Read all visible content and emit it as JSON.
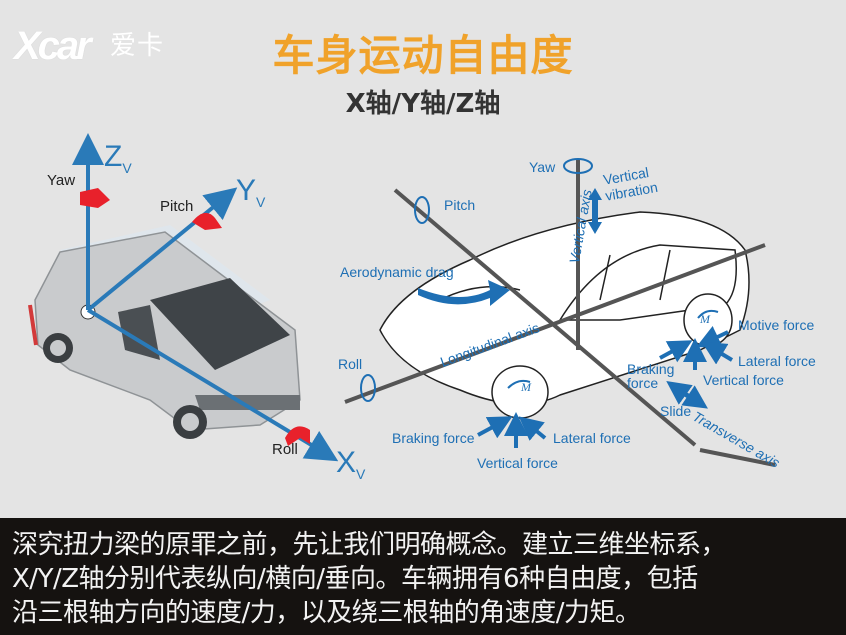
{
  "logo": {
    "mark": "Xcar",
    "cn": "爱卡"
  },
  "header": {
    "title": "车身运动自由度",
    "subtitle": "X轴/Y轴/Z轴"
  },
  "colors": {
    "title_orange": "#f0a22a",
    "axis_blue": "#2a7ab8",
    "diagram_blue": "#1e6fb4",
    "rotation_red": "#e8212b",
    "caption_bg": "#151210",
    "background": "#e4e4e4"
  },
  "left_diagram": {
    "axes": [
      {
        "name": "Z",
        "sub": "V"
      },
      {
        "name": "Y",
        "sub": "V"
      },
      {
        "name": "X",
        "sub": "V"
      }
    ],
    "rotations": {
      "yaw": "Yaw",
      "pitch": "Pitch",
      "roll": "Roll"
    }
  },
  "right_diagram": {
    "labels": {
      "yaw": "Yaw",
      "vertical_vibration_1": "Vertical",
      "vertical_vibration_2": "vibration",
      "vertical_axis": "Vertical axis",
      "pitch": "Pitch",
      "aerodynamic_drag": "Aerodynamic drag",
      "longitudinal_axis": "Longitudinal axis",
      "roll": "Roll",
      "motive_force": "Motive force",
      "lateral_force_rear": "Lateral force",
      "braking_force_rear_1": "Braking",
      "braking_force_rear_2": "force",
      "vertical_force_rear": "Vertical force",
      "slide": "Slide",
      "transverse_axis": "Transverse axis",
      "braking_force_front": "Braking force",
      "lateral_force_front": "Lateral force",
      "vertical_force_front": "Vertical force",
      "moment_front": "M",
      "moment_rear": "M"
    }
  },
  "caption": {
    "lines": [
      "深究扭力梁的原罪之前，先让我们明确概念。建立三维坐标系，",
      "X/Y/Z轴分别代表纵向/横向/垂向。车辆拥有6种自由度，包括",
      "沿三根轴方向的速度/力，以及绕三根轴的角速度/力矩。"
    ]
  }
}
